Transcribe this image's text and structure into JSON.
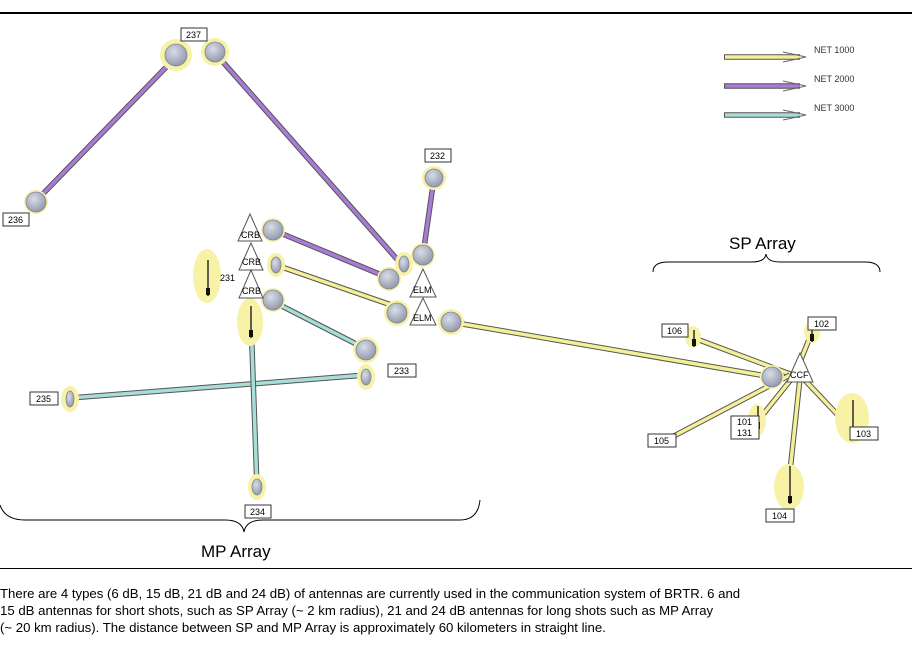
{
  "colors": {
    "net1000": "#f5f096",
    "net2000": "#a77bd6",
    "net3000": "#a7ded8",
    "halo": "#f7f2a6",
    "dish": "#b3b9cb",
    "edge": "#555555"
  },
  "legend": [
    {
      "key": "net1000",
      "label": "NET 1000"
    },
    {
      "key": "net2000",
      "label": "NET 2000"
    },
    {
      "key": "net3000",
      "label": "NET 3000"
    }
  ],
  "groups": {
    "sp": "SP Array",
    "mp": "MP Array"
  },
  "hubs": {
    "crb1": "CRB",
    "crb2": "CRB",
    "crb3": "CRB",
    "elm1": "ELM",
    "elm2": "ELM",
    "ccf": "CCF"
  },
  "stations": {
    "s237": "237",
    "s236": "236",
    "s232": "232",
    "s231": "231",
    "s233": "233",
    "s235": "235",
    "s234": "234",
    "s106": "106",
    "s102": "102",
    "s101": "101",
    "s131": "131",
    "s105": "105",
    "s103": "103",
    "s104": "104"
  },
  "caption": [
    "There are 4 types (6 dB, 15 dB, 21 dB and 24 dB) of antennas are currently used in the communication system of BRTR. 6 and",
    "15 dB antennas for short shots, such as SP Array (~ 2 km radius), 21 and 24 dB antennas for long shots such as MP Array",
    "(~ 20 km radius). The distance between SP and MP Array is approximately 60 kilometers in straight line."
  ]
}
